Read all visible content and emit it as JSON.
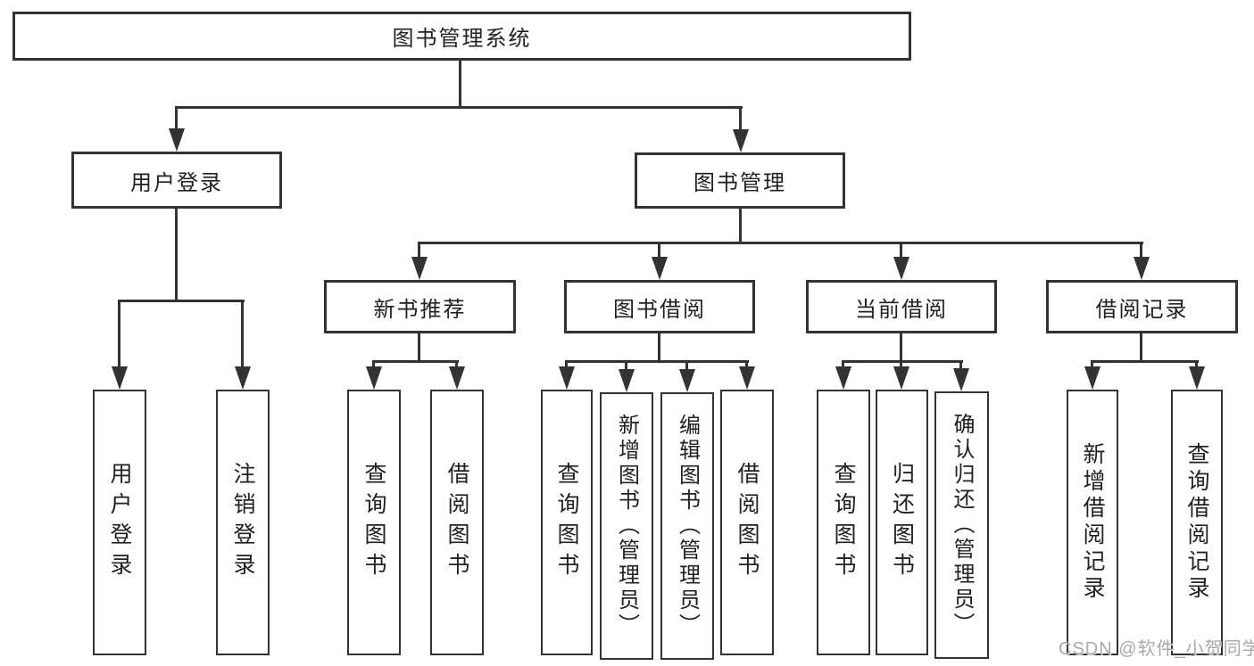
{
  "diagram": {
    "type": "tree",
    "root": {
      "label": "图书管理系统",
      "children": [
        {
          "label": "用户登录",
          "children": [
            {
              "label": "用户登录"
            },
            {
              "label": "注销登录"
            }
          ]
        },
        {
          "label": "图书管理",
          "children": [
            {
              "label": "新书推荐",
              "children": [
                {
                  "label": "查询图书"
                },
                {
                  "label": "借阅图书"
                }
              ]
            },
            {
              "label": "图书借阅",
              "children": [
                {
                  "label": "查询图书"
                },
                {
                  "label": "新增图书（管理员）"
                },
                {
                  "label": "编辑图书（管理员）"
                },
                {
                  "label": "借阅图书"
                }
              ]
            },
            {
              "label": "当前借阅",
              "children": [
                {
                  "label": "查询图书"
                },
                {
                  "label": "归还图书"
                },
                {
                  "label": "确认归还（管理员）"
                }
              ]
            },
            {
              "label": "借阅记录",
              "children": [
                {
                  "label": "新增借阅记录"
                },
                {
                  "label": "查询借阅记录"
                }
              ]
            }
          ]
        }
      ]
    },
    "colors": {
      "line": "#333333",
      "text": "#212121",
      "background": "#ffffff",
      "watermark": "#a9a9a9"
    }
  },
  "watermark": {
    "text": "CSDN @软件_小贺同学"
  }
}
